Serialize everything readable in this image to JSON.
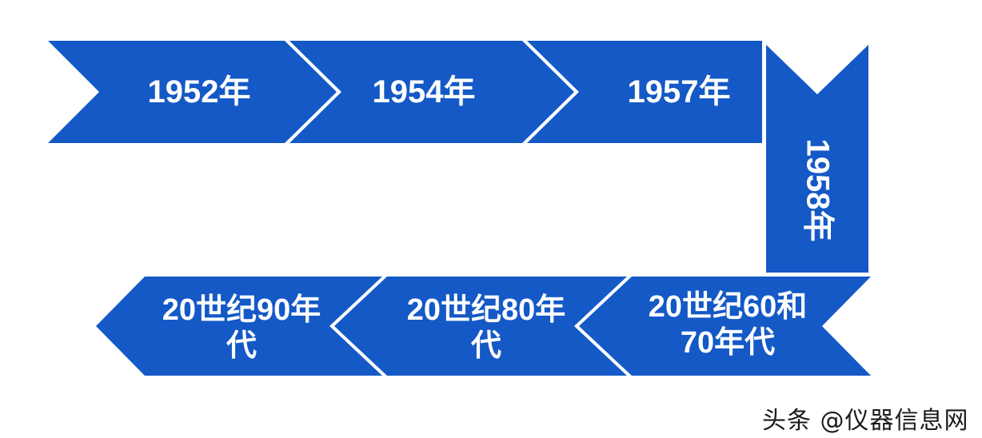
{
  "diagram": {
    "type": "timeline-snake",
    "color": "#1459C6",
    "text_color": "#FFFFFF",
    "top_row": [
      {
        "label": "1952年"
      },
      {
        "label": "1954年"
      },
      {
        "label": "1957年"
      }
    ],
    "vertical": {
      "label": "1958年"
    },
    "bottom_row": [
      {
        "label_line1": "20世纪60和",
        "label_line2": "70年代"
      },
      {
        "label_line1": "20世纪80年",
        "label_line2": "代"
      },
      {
        "label_line1": "20世纪90年",
        "label_line2": "代"
      }
    ]
  },
  "watermark": "头条 @仪器信息网"
}
